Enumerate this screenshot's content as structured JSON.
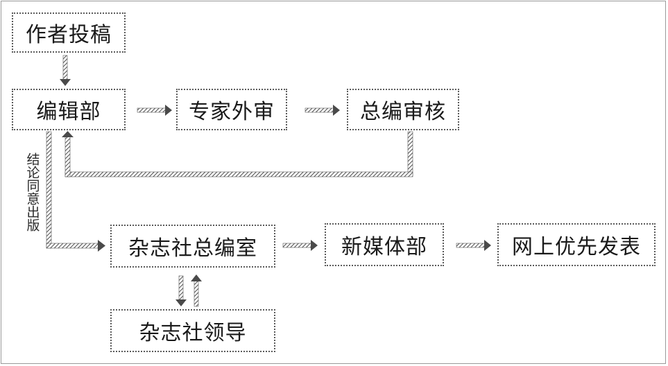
{
  "nodes": {
    "author_submission": "作者投稿",
    "editorial_dept": "编辑部",
    "expert_review": "专家外审",
    "chief_editor_review": "总编审核",
    "magazine_chief_office": "杂志社总编室",
    "new_media_dept": "新媒体部",
    "online_first_publish": "网上优先发表",
    "magazine_leadership": "杂志社领导"
  },
  "edge_labels": {
    "side_text": "结论同意出版"
  },
  "colors": {
    "line": "#5a5a5a",
    "text": "#1a1a1a",
    "frame": "#9a9a9a"
  }
}
